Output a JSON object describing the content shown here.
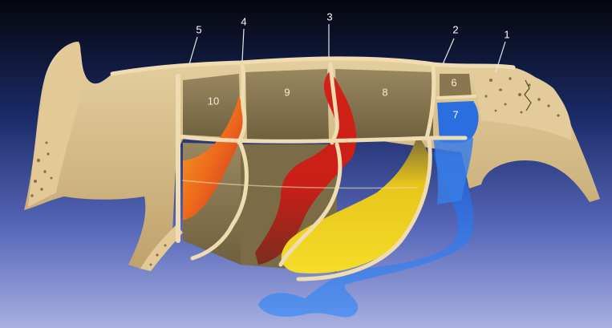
{
  "labels": {
    "l1": "1",
    "l2": "2",
    "l3": "3",
    "l4": "4",
    "l5": "5",
    "l6": "6",
    "l7": "7",
    "l8": "8",
    "l9": "9",
    "l10": "10"
  },
  "colors": {
    "background_top": "#05060c",
    "background_bottom": "#9fa8dd",
    "bone": "#d9bf8c",
    "bone_dark": "#a98f5f",
    "cavity": "#8d7b57",
    "sinus_blue": "#2f72e0",
    "sinus_yellow": "#f3d21a",
    "sinus_red": "#d8271a",
    "sinus_orange": "#f08a1c"
  }
}
